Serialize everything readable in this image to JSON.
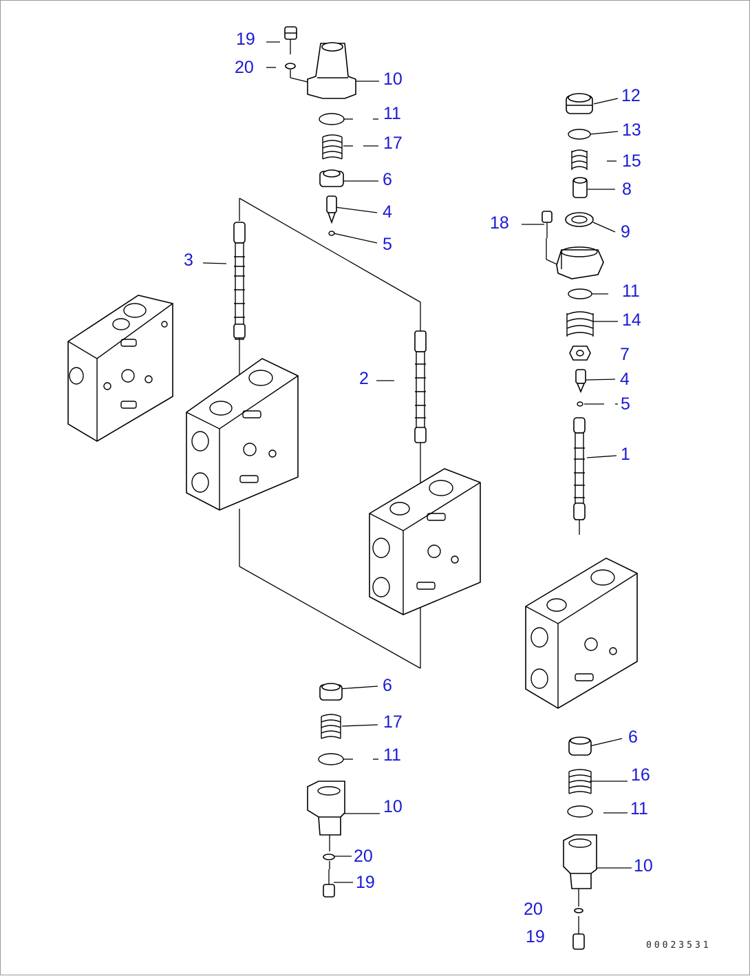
{
  "labels": [
    {
      "id": "c-19-a",
      "text": "19"
    },
    {
      "id": "c-20-a",
      "text": "20"
    },
    {
      "id": "c-10-a",
      "text": "10"
    },
    {
      "id": "c-11-a",
      "text": "11"
    },
    {
      "id": "c-17-a",
      "text": "17"
    },
    {
      "id": "c-6-a",
      "text": "6"
    },
    {
      "id": "c-4-a",
      "text": "4"
    },
    {
      "id": "c-5-a",
      "text": "5"
    },
    {
      "id": "c-3",
      "text": "3"
    },
    {
      "id": "c-2",
      "text": "2"
    },
    {
      "id": "c-12",
      "text": "12"
    },
    {
      "id": "c-13",
      "text": "13"
    },
    {
      "id": "c-15",
      "text": "15"
    },
    {
      "id": "c-8",
      "text": "8"
    },
    {
      "id": "c-18",
      "text": "18"
    },
    {
      "id": "c-9",
      "text": "9"
    },
    {
      "id": "c-11-b",
      "text": "11"
    },
    {
      "id": "c-14",
      "text": "14"
    },
    {
      "id": "c-7",
      "text": "7"
    },
    {
      "id": "c-4-b",
      "text": "4"
    },
    {
      "id": "c-5-b",
      "text": "5"
    },
    {
      "id": "c-1",
      "text": "1"
    },
    {
      "id": "c-6-b",
      "text": "6"
    },
    {
      "id": "c-17-b",
      "text": "17"
    },
    {
      "id": "c-11-c",
      "text": "11"
    },
    {
      "id": "c-10-b",
      "text": "10"
    },
    {
      "id": "c-20-b",
      "text": "20"
    },
    {
      "id": "c-19-b",
      "text": "19"
    },
    {
      "id": "c-6-c",
      "text": "6"
    },
    {
      "id": "c-16",
      "text": "16"
    },
    {
      "id": "c-11-d",
      "text": "11"
    },
    {
      "id": "c-10-c",
      "text": "10"
    },
    {
      "id": "c-20-c",
      "text": "20"
    },
    {
      "id": "c-19-c",
      "text": "19"
    }
  ],
  "drawing_code": "00023531",
  "colors": {
    "callout": "#1a1ad6",
    "line": "#000000"
  }
}
